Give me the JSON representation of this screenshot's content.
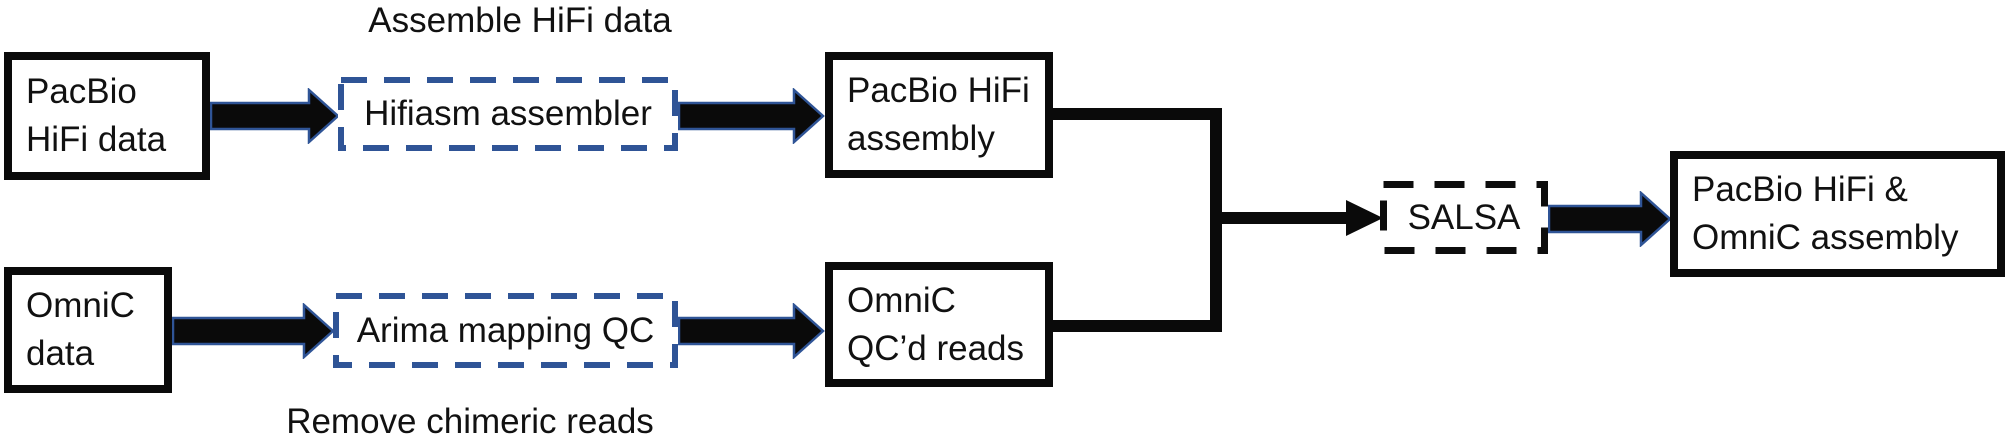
{
  "diagram": {
    "title_area": {
      "top_label": "Assemble HiFi data",
      "bottom_label": "Remove chimeric reads"
    },
    "nodes": {
      "pacbio_data": {
        "line1": "PacBio",
        "line2": "HiFi data"
      },
      "hifiasm": {
        "label": "Hifiasm assembler"
      },
      "pacbio_assembly": {
        "line1": "PacBio HiFi",
        "line2": "assembly"
      },
      "omnic_data": {
        "line1": "OmniC",
        "line2": "data"
      },
      "arima": {
        "label": "Arima mapping QC"
      },
      "omnic_reads": {
        "line1": "OmniC",
        "line2": "QC’d reads"
      },
      "salsa": {
        "label": "SALSA"
      },
      "final_assembly": {
        "line1": "PacBio HiFi &",
        "line2": "OmniC assembly"
      }
    },
    "colors": {
      "box_border": "#0a0a0a",
      "dashed_blue": "#2f5496",
      "dashed_black": "#0d0d0d",
      "arrow_fill": "#0a0a0a",
      "arrow_outline": "#2f5496",
      "connector": "#0a0a0a",
      "text": "#111111",
      "background": "#ffffff"
    }
  }
}
